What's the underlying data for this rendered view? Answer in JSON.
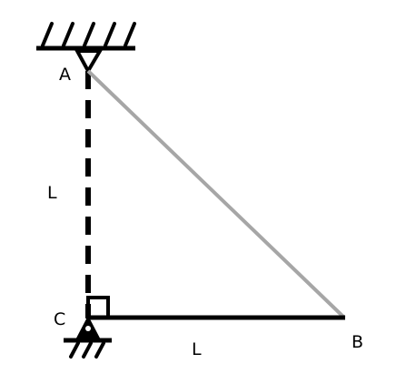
{
  "labels": {
    "point_a": "A",
    "point_b": "B",
    "point_c": "C",
    "length_ac": "L",
    "length_cb": "L"
  },
  "colors": {
    "ink": "#000000",
    "diagonal": "#a6a6a6",
    "background": "#ffffff"
  }
}
